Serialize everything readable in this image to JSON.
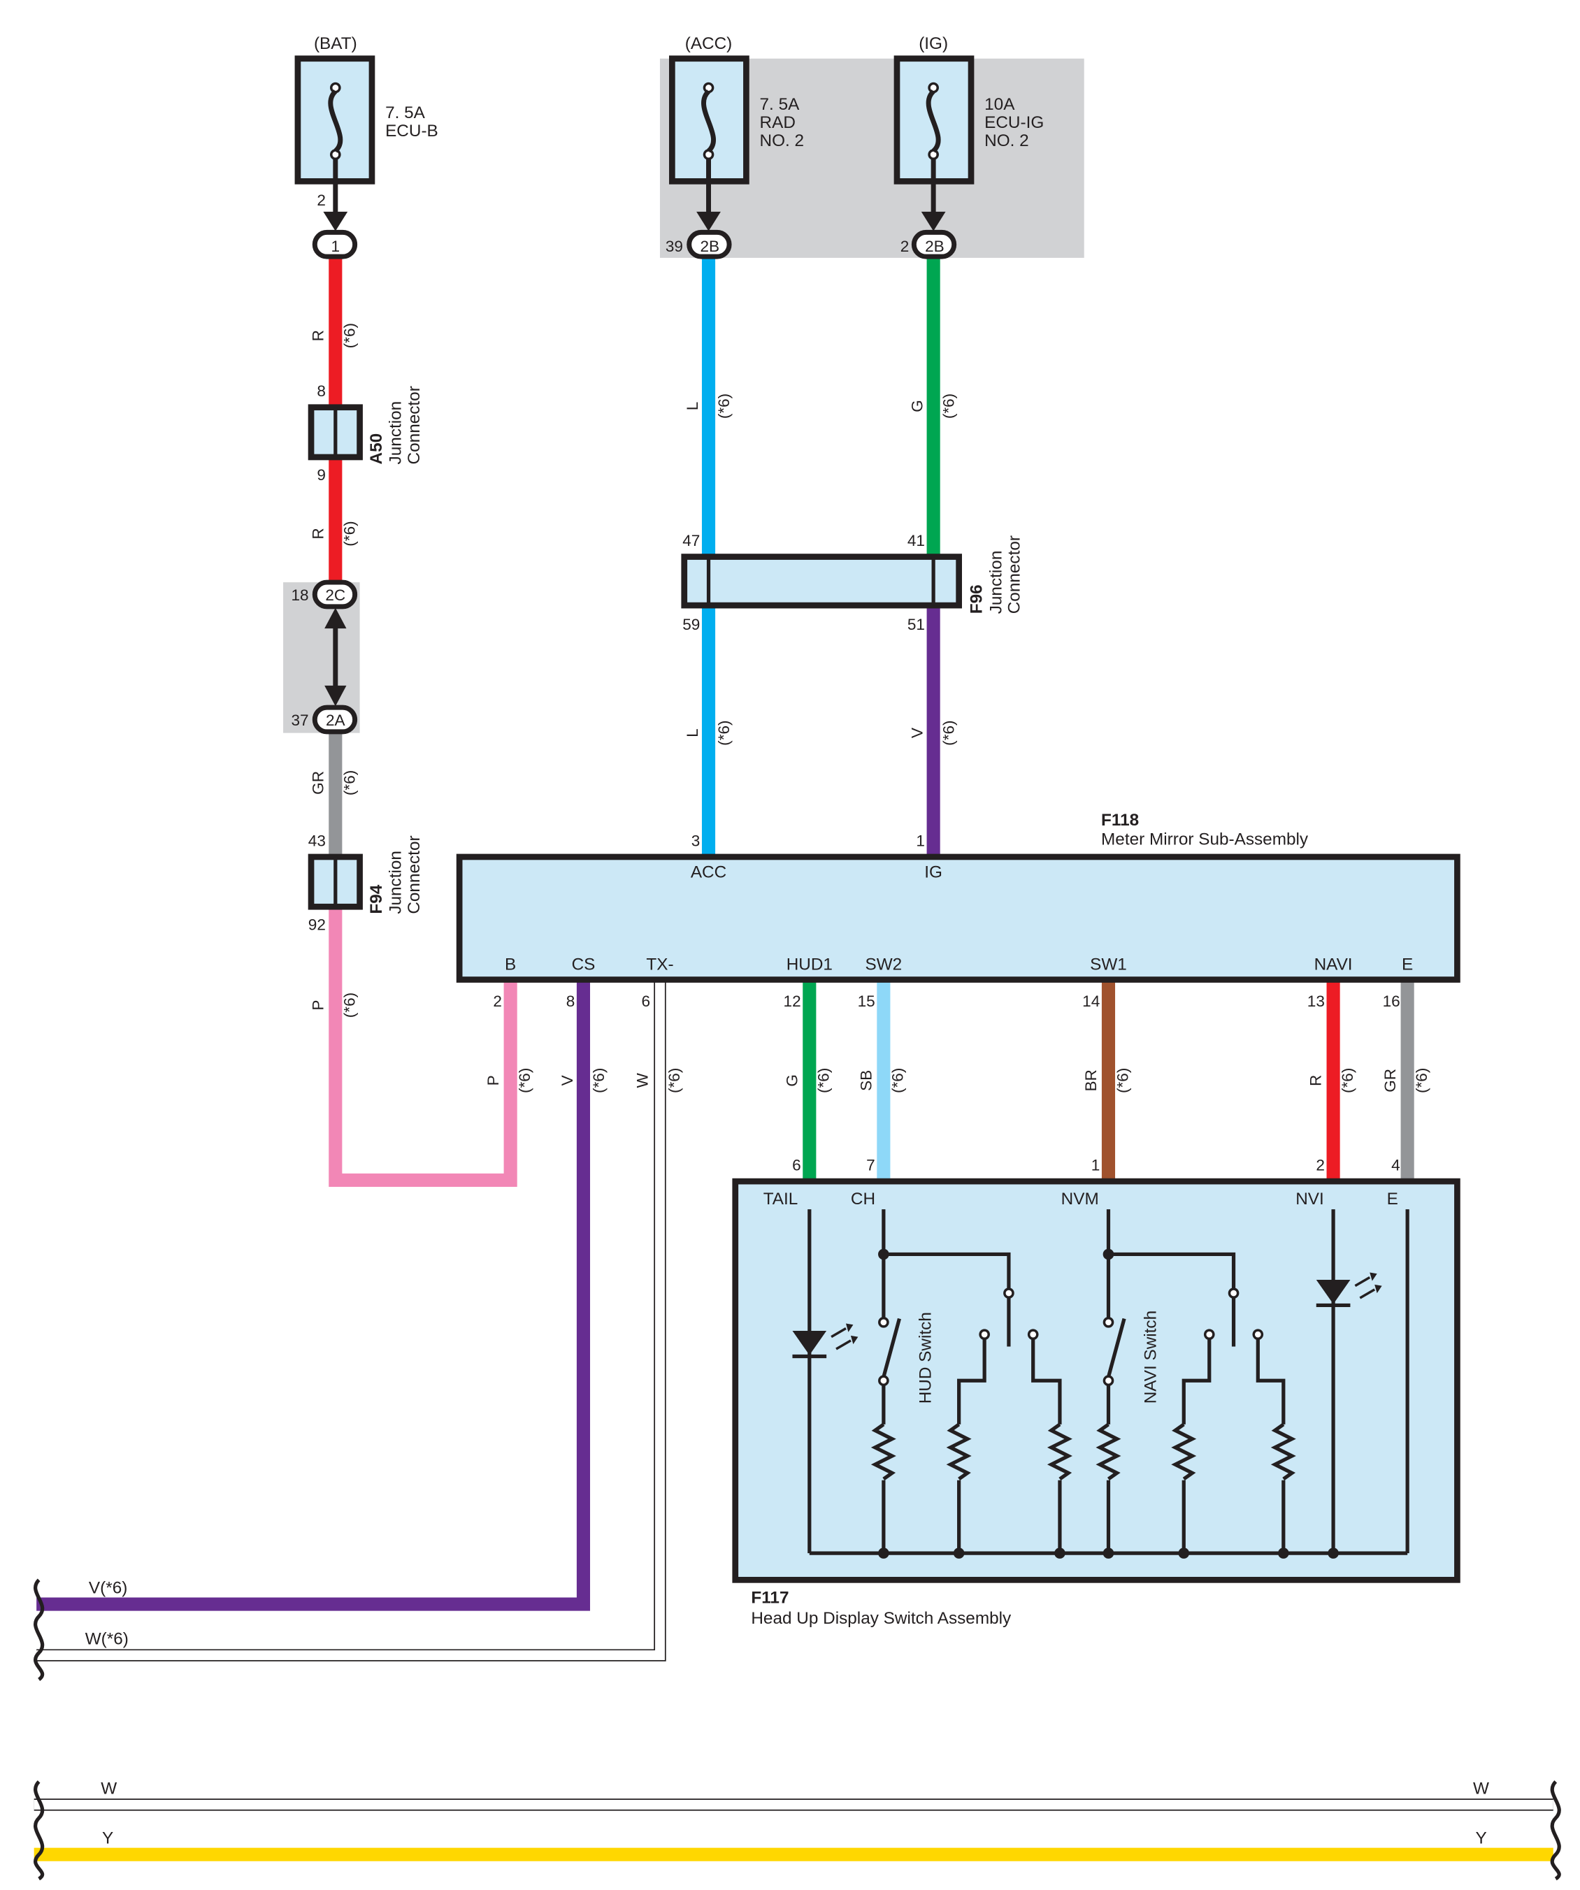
{
  "colors": {
    "R": "#ed1c24",
    "L": "#00aeef",
    "G": "#00a651",
    "V": "#662d91",
    "GR": "#939598",
    "P": "#f287b6",
    "W": "#ffffff",
    "SB": "#8ed8f8",
    "BR": "#a0522d",
    "Y": "#ffd700",
    "shade": "#d1d2d4",
    "box": "#cce8f6"
  },
  "supplies": {
    "bat": "(BAT)",
    "acc": "(ACC)",
    "ig": "(IG)"
  },
  "fuses": {
    "ecub": {
      "rating": "7. 5A",
      "name": "ECU-B"
    },
    "rad": {
      "rating": "7. 5A",
      "name1": "RAD",
      "name2": "NO. 2"
    },
    "ecuig": {
      "rating": "10A",
      "name1": "ECU-IG",
      "name2": "NO. 2"
    }
  },
  "connectors": {
    "c1": "1",
    "c2b": "2B",
    "c2c": "2C",
    "c2a": "2A",
    "a50": {
      "code": "A50",
      "line1": "Junction",
      "line2": "Connector"
    },
    "f94": {
      "code": "F94",
      "line1": "Junction",
      "line2": "Connector"
    },
    "f96": {
      "code": "F96",
      "line1": "Junction",
      "line2": "Connector"
    }
  },
  "pins": {
    "bat_fuse": "2",
    "c1": "1",
    "a50_in": "8",
    "a50_out": "9",
    "c2c": "18",
    "c2a": "37",
    "f94_in": "43",
    "f94_out": "92",
    "acc_2b": "39",
    "ig_2b": "2",
    "f96_l_in": "47",
    "f96_g_in": "41",
    "f96_l_out": "59",
    "f96_v_out": "51",
    "f118_acc": "3",
    "f118_ig": "1",
    "f118_b": "2",
    "f118_cs": "8",
    "f118_tx": "6",
    "f118_hud1": "12",
    "f118_sw2": "15",
    "f118_sw1": "14",
    "f118_navi": "13",
    "f118_e": "16",
    "f117_tail": "6",
    "f117_ch": "7",
    "f117_nvm": "1",
    "f117_nvi": "2",
    "f117_e": "4"
  },
  "wires": {
    "r": "R",
    "l": "L",
    "g": "G",
    "v": "V",
    "gr": "GR",
    "p": "P",
    "w": "W",
    "sb": "SB",
    "br": "BR",
    "y": "Y",
    "note": "(*6)"
  },
  "f118": {
    "code": "F118",
    "name": "Meter Mirror Sub-Assembly",
    "terminals": {
      "acc": "ACC",
      "ig": "IG",
      "b": "B",
      "cs": "CS",
      "tx": "TX-",
      "hud1": "HUD1",
      "sw2": "SW2",
      "sw1": "SW1",
      "navi": "NAVI",
      "e": "E"
    }
  },
  "f117": {
    "code": "F117",
    "name": "Head Up Display Switch Assembly",
    "terminals": {
      "tail": "TAIL",
      "ch": "CH",
      "nvm": "NVM",
      "nvi": "NVI",
      "e": "E"
    },
    "hud_switch": "HUD Switch",
    "navi_switch": "NAVI Switch"
  },
  "bus": {
    "v": "V(*6)",
    "w": "W(*6)",
    "w_left": "W",
    "w_right": "W",
    "y_left": "Y",
    "y_right": "Y"
  }
}
